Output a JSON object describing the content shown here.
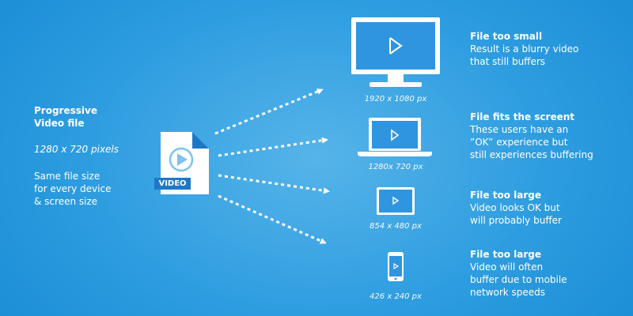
{
  "source": {
    "title_line1": "Progressive",
    "title_line2": "Video file",
    "resolution": "1280 x 720 pixels",
    "desc_line1": "Same file size",
    "desc_line2": "for every device",
    "desc_line3": "& screen size",
    "file_badge": "VIDEO"
  },
  "devices": [
    {
      "caption": "1920 x 1080 px",
      "heading": "File too small",
      "lines": [
        "Result is a blurry video",
        "that still buffers"
      ]
    },
    {
      "caption": "1280x 720 px",
      "heading": "File fits the screent",
      "lines": [
        "These users have an",
        "”OK” experience but",
        "still experiences buffering"
      ]
    },
    {
      "caption": "854 x 480 px",
      "heading": "File too large",
      "lines": [
        "Video looks OK but",
        "will probably buffer"
      ]
    },
    {
      "caption": "426 x 240 px",
      "heading": "File too large",
      "lines": [
        "Video will often",
        "buffer due to mobile",
        "network speeds"
      ]
    }
  ],
  "colors": {
    "screen_blue": "#2f95e0",
    "device_white": "#ffffff",
    "file_blue": "#1e78c8",
    "play_blue": "#7cc3ee"
  }
}
